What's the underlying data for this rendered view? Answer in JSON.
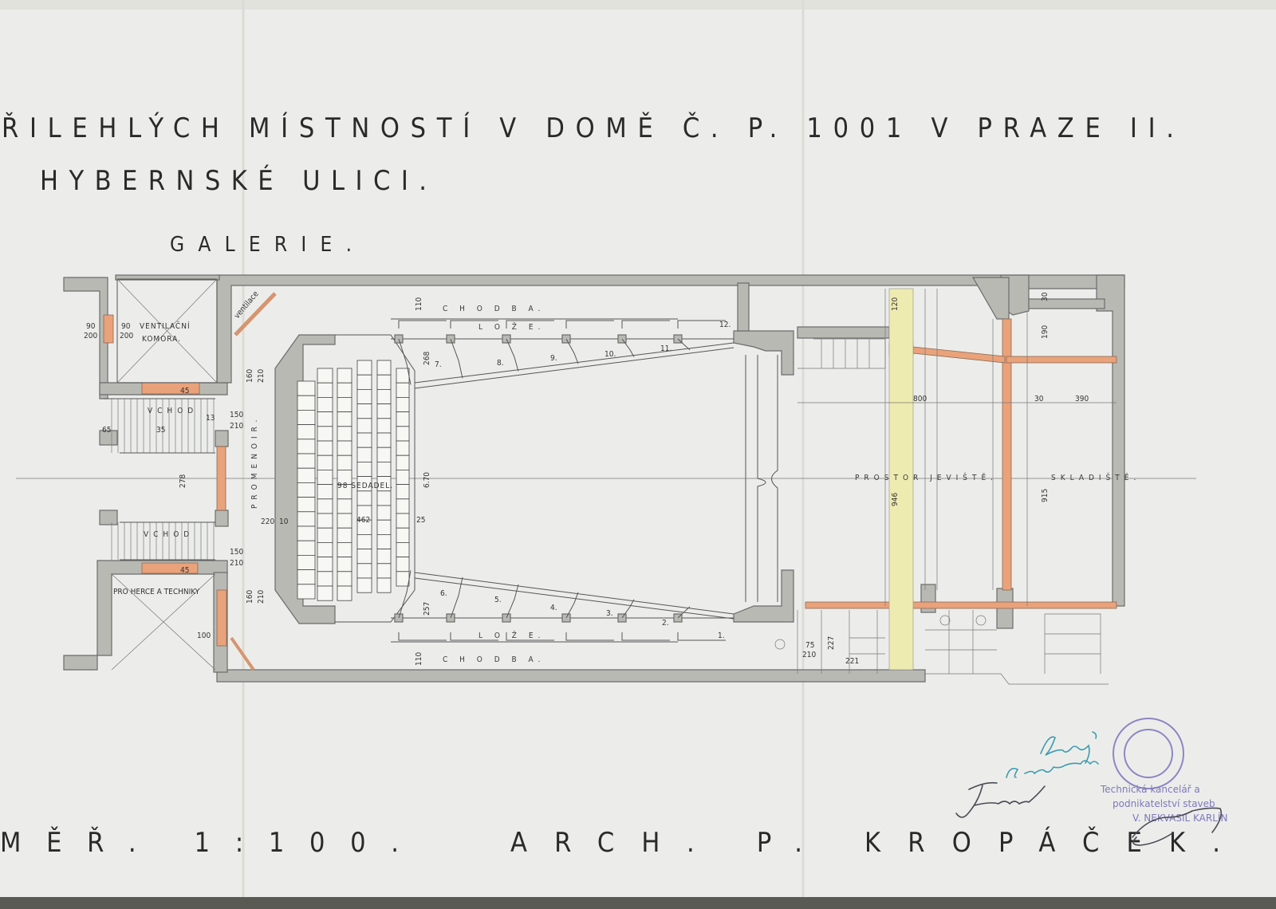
{
  "title": {
    "line1": "ŘILEHLÝCH MÍSTNOSTÍ V DOMĚ Č. P. 1001 V PRAZE II.",
    "line2": "HYBERNSKÉ ULICI.",
    "sheet": "GALERIE."
  },
  "footer": {
    "scale": "MĚŘ. 1:100.",
    "architect": "ARCH. P. KROPÁČEK."
  },
  "rooms": {
    "ventilation_chamber_1": "VENTILAČNÍ",
    "ventilation_chamber_2": "KOMORA.",
    "ventilation": "ventilace",
    "entrance_top": "VCHOD",
    "entrance_bottom": "VCHOD",
    "promenoir": "PROMENOIR.",
    "seats": "98 SEDADEL.",
    "corridor_top": "C H O D B A.",
    "corridor_bottom": "C H O D B A.",
    "boxes_top": "L O Ž E.",
    "boxes_bottom": "L O Ž E.",
    "stage": "PROSTOR JEVIŠTĚ.",
    "storage": "SKLADIŠTĚ.",
    "actors_stairs": "PRO HERCE A TECHNIKY"
  },
  "boxes": [
    "1.",
    "2.",
    "3.",
    "4.",
    "5.",
    "6.",
    "7.",
    "8.",
    "9.",
    "10.",
    "11.",
    "12."
  ],
  "dimensions": [
    "90",
    "200",
    "90",
    "200",
    "160",
    "210",
    "150",
    "210",
    "45",
    "13",
    "65",
    "35",
    "278",
    "220",
    "10",
    "462",
    "25",
    "6.70",
    "268",
    "257",
    "110",
    "110",
    "150",
    "210",
    "160",
    "210",
    "100",
    "45",
    "800",
    "30",
    "390",
    "946",
    "915",
    "120",
    "190",
    "30",
    "75",
    "210",
    "227",
    "221"
  ],
  "stamp": {
    "line1": "Technická kancelář a",
    "line2": "podnikatelství staveb",
    "line3": "V. NEKVASIL KARLÍN"
  },
  "signatures": [
    "Dkuný",
    "Jo. předseda",
    "Jflanovký",
    "Nekvasil"
  ],
  "colors": {
    "paper": "#ecedea",
    "wall": "#b9b9b4",
    "new_wall": "#eaa27a",
    "yellow_band": "#eeebb0",
    "stamp": "#8d86c4",
    "ink_blue": "#3a9bb0"
  }
}
